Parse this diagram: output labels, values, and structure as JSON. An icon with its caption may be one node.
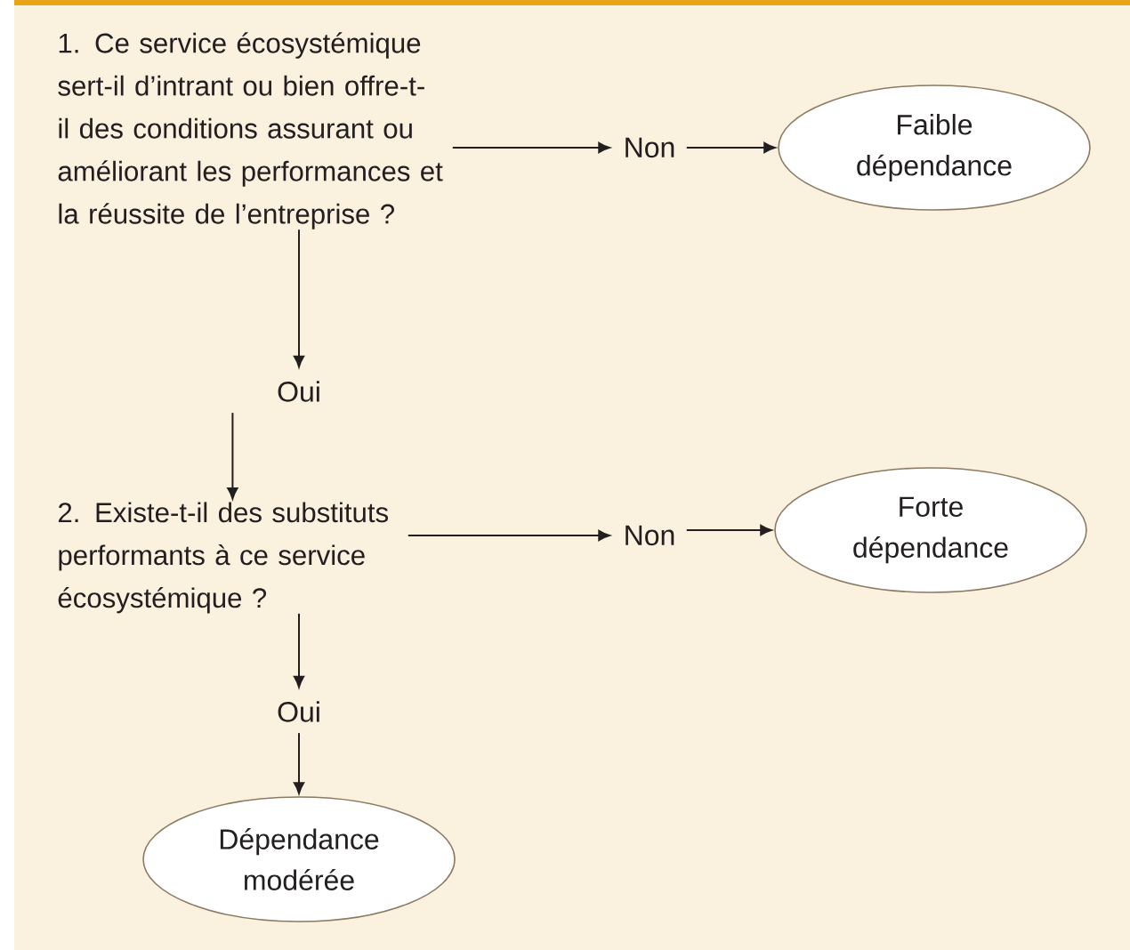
{
  "diagram": {
    "nodes": [
      {
        "text": [
          "1. Ce service écosystémique sert-il d’intrant ou bien offre-t-il des conditions assurant ou améliorant les performances et la réussite de l’entreprise ?"
        ]
      },
      {
        "text": [
          "Non"
        ]
      },
      {
        "text": [
          "Faible dépendance"
        ]
      },
      {
        "text": [
          "Oui"
        ]
      },
      {
        "text": [
          "2. Existe-t-il des substituts performants à ce service écosystémique ?"
        ]
      },
      {
        "text": [
          "Non"
        ]
      },
      {
        "text": [
          "Forte dépendance"
        ]
      },
      {
        "text": [
          "Oui"
        ]
      },
      {
        "text": [
          "Dépendance modérée"
        ]
      }
    ],
    "edges": [
      {
        "from": 0,
        "to": 1,
        "arrow": "to"
      },
      {
        "from": 1,
        "to": 2,
        "arrow": "to"
      },
      {
        "from": 0,
        "to": 3,
        "arrow": "to"
      },
      {
        "from": 3,
        "to": 4,
        "arrow": "to"
      },
      {
        "from": 4,
        "to": 5,
        "arrow": "to"
      },
      {
        "from": 5,
        "to": 6,
        "arrow": "to"
      },
      {
        "from": 4,
        "to": 7,
        "arrow": "to"
      },
      {
        "from": 7,
        "to": 8,
        "arrow": "to"
      }
    ]
  }
}
